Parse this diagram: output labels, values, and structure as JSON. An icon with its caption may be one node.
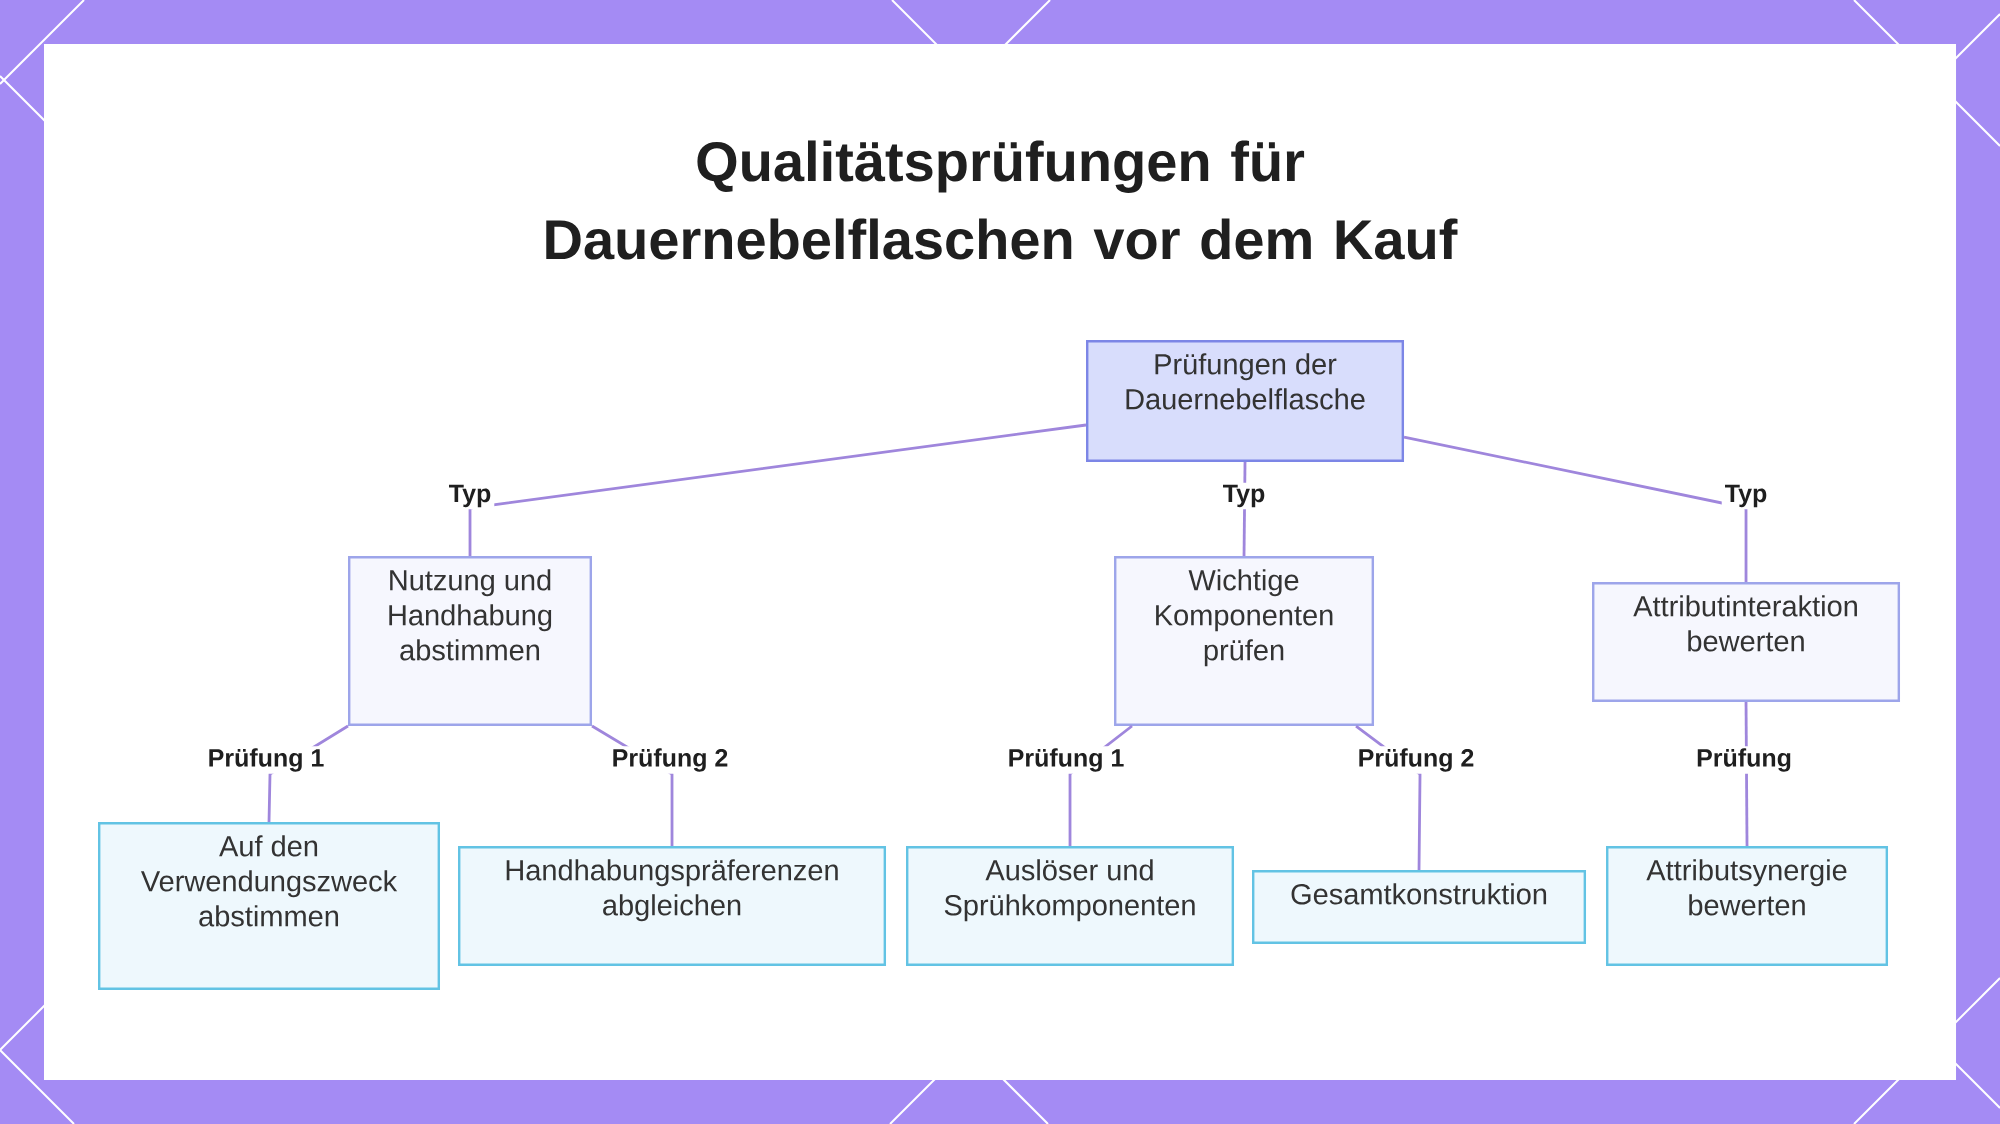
{
  "diagram": {
    "title": "Qualitätsprüfungen für Dauernebelflaschen vor dem Kauf",
    "nodes": [
      {
        "text": [
          "Prüfungen der Dauernebelflasche"
        ]
      },
      {
        "text": [
          "Nutzung und Handhabung abstimmen"
        ]
      },
      {
        "text": [
          "Wichtige Komponenten prüfen"
        ]
      },
      {
        "text": [
          "Attributinteraktion bewerten"
        ]
      },
      {
        "text": [
          "Auf den Verwendungszweck abstimmen"
        ]
      },
      {
        "text": [
          "Handhabungspräferenzen abgleichen"
        ]
      },
      {
        "text": [
          "Auslöser und Sprühkomponenten"
        ]
      },
      {
        "text": [
          "Gesamtkonstruktion"
        ]
      },
      {
        "text": [
          "Attributsynergie bewerten"
        ]
      }
    ],
    "edges": [
      {
        "from": 0,
        "to": 1,
        "arrow": "none",
        "label": "Typ"
      },
      {
        "from": 0,
        "to": 2,
        "arrow": "none",
        "label": "Typ"
      },
      {
        "from": 0,
        "to": 3,
        "arrow": "none",
        "label": "Typ"
      },
      {
        "from": 1,
        "to": 4,
        "arrow": "none",
        "label": "Prüfung 1"
      },
      {
        "from": 1,
        "to": 5,
        "arrow": "none",
        "label": "Prüfung 2"
      },
      {
        "from": 2,
        "to": 6,
        "arrow": "none",
        "label": "Prüfung 1"
      },
      {
        "from": 2,
        "to": 7,
        "arrow": "none",
        "label": "Prüfung 2"
      },
      {
        "from": 3,
        "to": 8,
        "arrow": "none",
        "label": "Prüfung"
      }
    ]
  }
}
